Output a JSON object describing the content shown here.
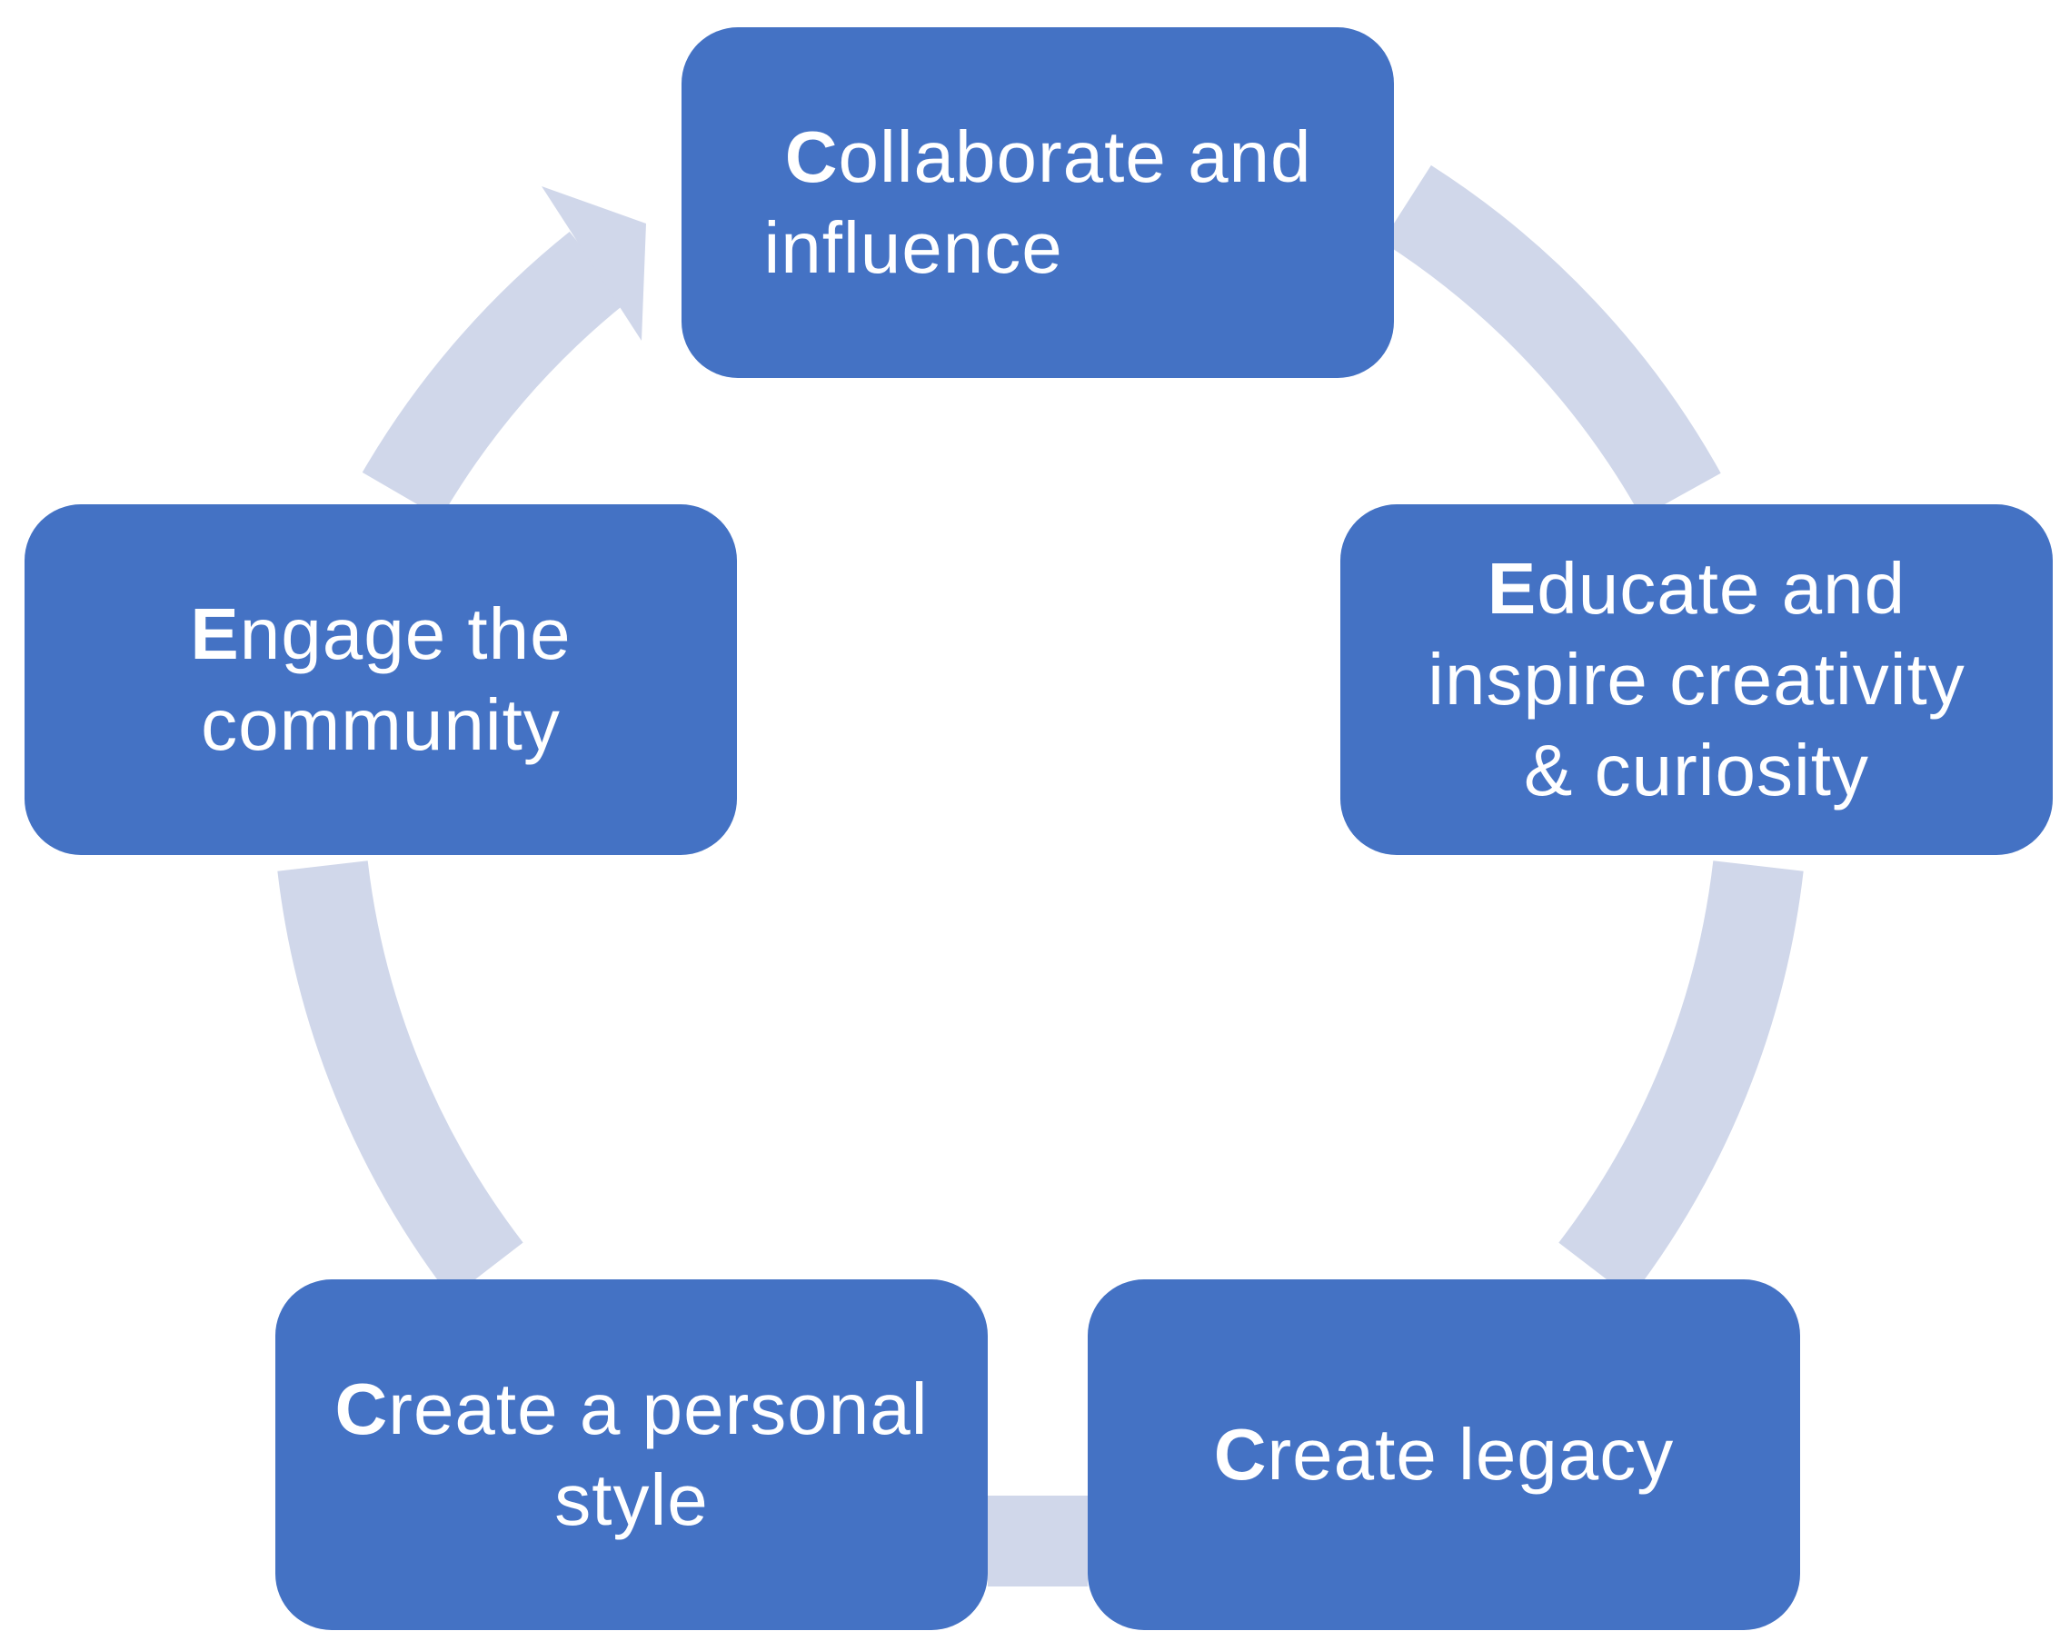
{
  "colors": {
    "node_fill": "#4472C4",
    "node_text": "#FFFFFF",
    "ring": "#D0D7EA",
    "background": "#FFFFFF"
  },
  "nodes": [
    {
      "initial": "C",
      "rest_line1": "ollaborate and",
      "line2": "influence",
      "line3": ""
    },
    {
      "initial": "E",
      "rest_line1": "ducate and",
      "line2": "inspire creativity",
      "line3": "& curiosity"
    },
    {
      "initial": "C",
      "rest_line1": "reate legacy",
      "line2": "",
      "line3": ""
    },
    {
      "initial": "C",
      "rest_line1": "reate a personal",
      "line2": "style",
      "line3": ""
    },
    {
      "initial": "E",
      "rest_line1": "ngage the",
      "line2": "community",
      "line3": ""
    }
  ]
}
